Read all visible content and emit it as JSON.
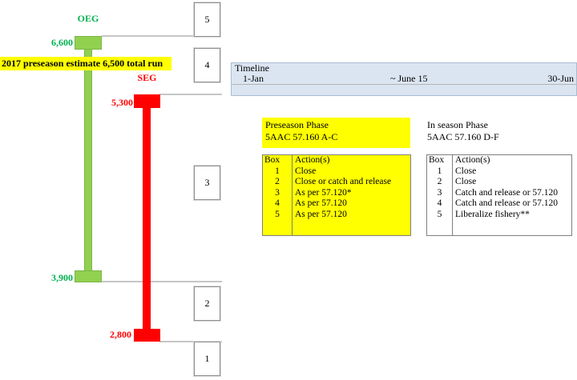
{
  "diagram": {
    "oeg_label": "OEG",
    "seg_label": "SEG",
    "oeg_upper_value": "6,600",
    "oeg_lower_value": "3,900",
    "seg_upper_value": "5,300",
    "seg_lower_value": "2,800",
    "estimate_note": "2017 preseason estimate 6,500 total run",
    "zone_boxes": {
      "b5": "5",
      "b4": "4",
      "b3": "3",
      "b2": "2",
      "b1": "1"
    }
  },
  "timeline": {
    "title": "Timeline",
    "start": "1-Jan",
    "mid": "~ June 15",
    "end": "30-Jun"
  },
  "preseason": {
    "title": "Preseason Phase",
    "subtitle": "5AAC 57.160 A-C",
    "col_box": "Box",
    "col_action": "Action(s)",
    "rows": [
      {
        "box": "1",
        "action": "Close"
      },
      {
        "box": "2",
        "action": "Close or catch and release"
      },
      {
        "box": "3",
        "action": "As per 57.120*"
      },
      {
        "box": "4",
        "action": "As per 57.120"
      },
      {
        "box": "5",
        "action": "As per 57.120"
      }
    ]
  },
  "inseason": {
    "title": "In season Phase",
    "subtitle": "5AAC 57.160 D-F",
    "col_box": "Box",
    "col_action": "Action(s)",
    "rows": [
      {
        "box": "1",
        "action": "Close"
      },
      {
        "box": "2",
        "action": "Close"
      },
      {
        "box": "3",
        "action": "Catch and release or 57.120"
      },
      {
        "box": "4",
        "action": "Catch and release or 57.120"
      },
      {
        "box": "5",
        "action": "Liberalize fishery**"
      }
    ]
  },
  "colors": {
    "oeg_bar": "#92d050",
    "seg_bar": "#ff0000",
    "highlight": "#ffff00",
    "timeline_fill": "#dbe5f1",
    "connector_line": "#c6c6c6"
  }
}
